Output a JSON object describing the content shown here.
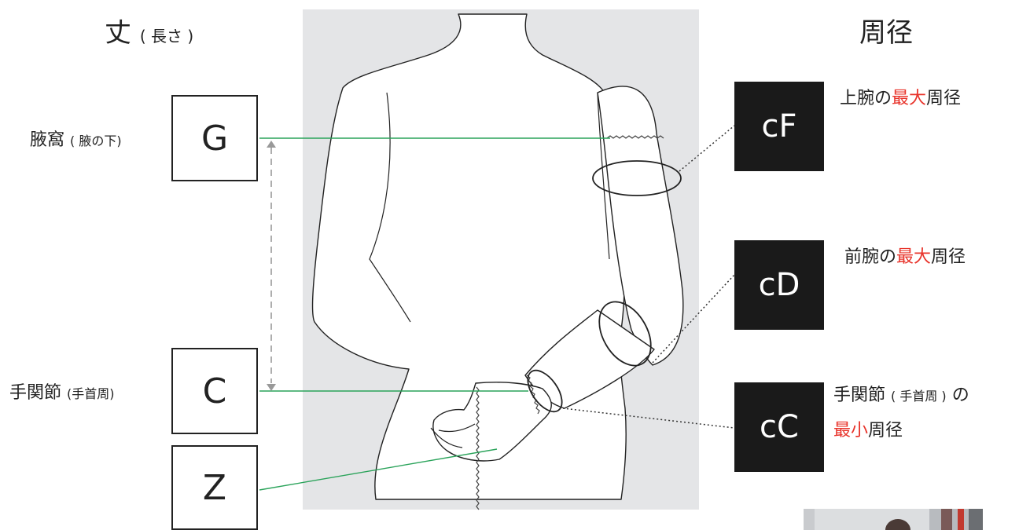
{
  "headings": {
    "length": {
      "main": "丈",
      "sub": "( 長さ )"
    },
    "circumference": "周径"
  },
  "length_markers": [
    {
      "code": "G",
      "label_main": "腋窩",
      "label_sub": "( 腋の下)"
    },
    {
      "code": "C",
      "label_main": "手関節",
      "label_sub": "(手首周)"
    },
    {
      "code": "Z",
      "label_main": "",
      "label_sub": ""
    }
  ],
  "circumference_markers": [
    {
      "code": "cF",
      "line1": {
        "pre": "上腕の",
        "red": "最大",
        "post": "周径"
      }
    },
    {
      "code": "cD",
      "line1": {
        "pre": "前腕の",
        "red": "最大",
        "post": "周径"
      }
    },
    {
      "code": "cC",
      "line1": {
        "pre": "手関節",
        "sub": "( 手首周 )",
        "post": "の"
      },
      "line2": {
        "red": "最小",
        "post": "周径"
      }
    }
  ],
  "colors": {
    "guide_line": "#2aa35a",
    "accent_red": "#e8332a",
    "panel_bg": "#e4e5e7",
    "box_dark": "#1a1a1a"
  }
}
